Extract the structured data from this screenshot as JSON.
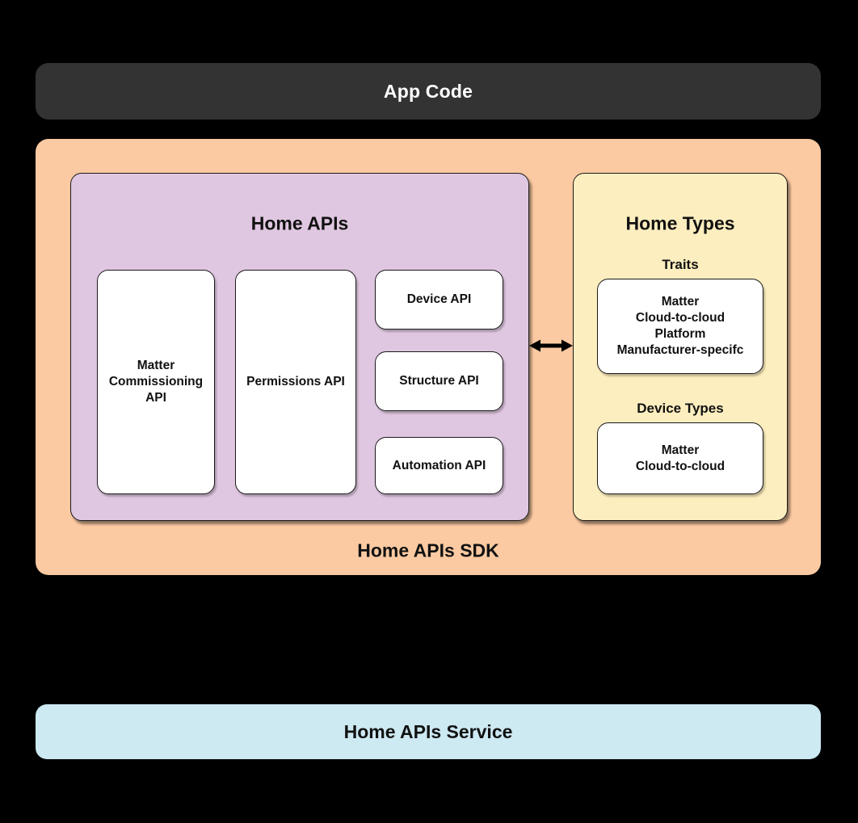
{
  "colors": {
    "background": "#000000",
    "app_code_bg": "#333333",
    "sdk_bg": "#fccaa2",
    "home_apis_bg": "#e0c7e1",
    "home_types_bg": "#fdeebf",
    "service_bg": "#cde9f2",
    "card_bg": "#ffffff",
    "arrow": "#000000",
    "text_dark": "#111111",
    "text_light": "#ffffff"
  },
  "diagram": {
    "app_code": {
      "label": "App Code"
    },
    "sdk": {
      "label": "Home APIs SDK",
      "home_apis": {
        "title": "Home APIs",
        "cards": [
          {
            "id": "matter-commissioning-api",
            "label": "Matter\nCommissioning\nAPI"
          },
          {
            "id": "permissions-api",
            "label": "Permissions API"
          },
          {
            "id": "device-api",
            "label": "Device API"
          },
          {
            "id": "structure-api",
            "label": "Structure API"
          },
          {
            "id": "automation-api",
            "label": "Automation API"
          }
        ]
      },
      "connector": {
        "type": "bidirectional-arrow"
      },
      "home_types": {
        "title": "Home Types",
        "sections": [
          {
            "heading": "Traits",
            "card": "Matter\nCloud-to-cloud\nPlatform\nManufacturer-specifc"
          },
          {
            "heading": "Device Types",
            "card": "Matter\nCloud-to-cloud"
          }
        ]
      }
    },
    "service": {
      "label": "Home APIs Service"
    }
  }
}
